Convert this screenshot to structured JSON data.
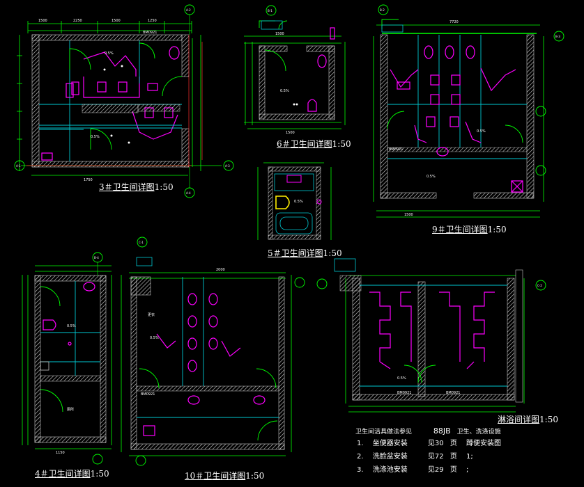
{
  "captions": {
    "c3": "3＃卫生间详图",
    "c6": "6＃卫生间详图",
    "c5": "5＃卫生间详图",
    "c9": "9＃卫生间详图",
    "c4": "4＃卫生间详图",
    "c10": "10＃卫生间详图",
    "cshower": "淋浴间详图",
    "scale": "1:50"
  },
  "notes": {
    "heading": "卫生间洁具做法参见",
    "std": "88JB",
    "std_title": "卫生、洗涤设施",
    "item1_no": "1.",
    "item1_name": "坐便器安装",
    "item1_ref": "见30",
    "item1_num": "页",
    "item1_tail": "蹲便安装图",
    "item2_no": "2.",
    "item2_name": "洗脸盆安装",
    "item2_ref": "见72",
    "item2_num": "页",
    "item2_tail": "1;",
    "item3_no": "3.",
    "item3_name": "洗涤池安装",
    "item3_ref": "见29",
    "item3_num": "页",
    "item3_tail": ";"
  },
  "axis_labels": {
    "a1": "A-2",
    "a2": "A-1",
    "a3": "A-3",
    "a4": "A-4",
    "b1": "B-1",
    "b2": "B-2",
    "b3": "B-3",
    "b4": "B-4",
    "c1": "C-1",
    "c2": "C-2"
  },
  "dims": {
    "d1": "1500",
    "d2": "2250",
    "d3": "1500",
    "d4": "1250",
    "d5": "1750",
    "d6": "1500",
    "d7": "1500",
    "d8": "7720",
    "d9": "1500",
    "d10": "2000",
    "d11": "1150"
  },
  "slope": "0.5%",
  "door_tags": {
    "m1": "BM0921",
    "m2": "BM0921",
    "m3": "BM0921",
    "m4": "BM0921",
    "m5": "BM0921"
  },
  "room_tags": {
    "r1": "更衣",
    "r2": "厕所"
  },
  "colors": {
    "wall": "#00c8d2",
    "fixture": "#ff00ff",
    "dimension": "#00ff00",
    "door": "#00ff00",
    "text": "#ffffff",
    "grid": "#ff3030",
    "hatch": "#c8c8c8"
  }
}
